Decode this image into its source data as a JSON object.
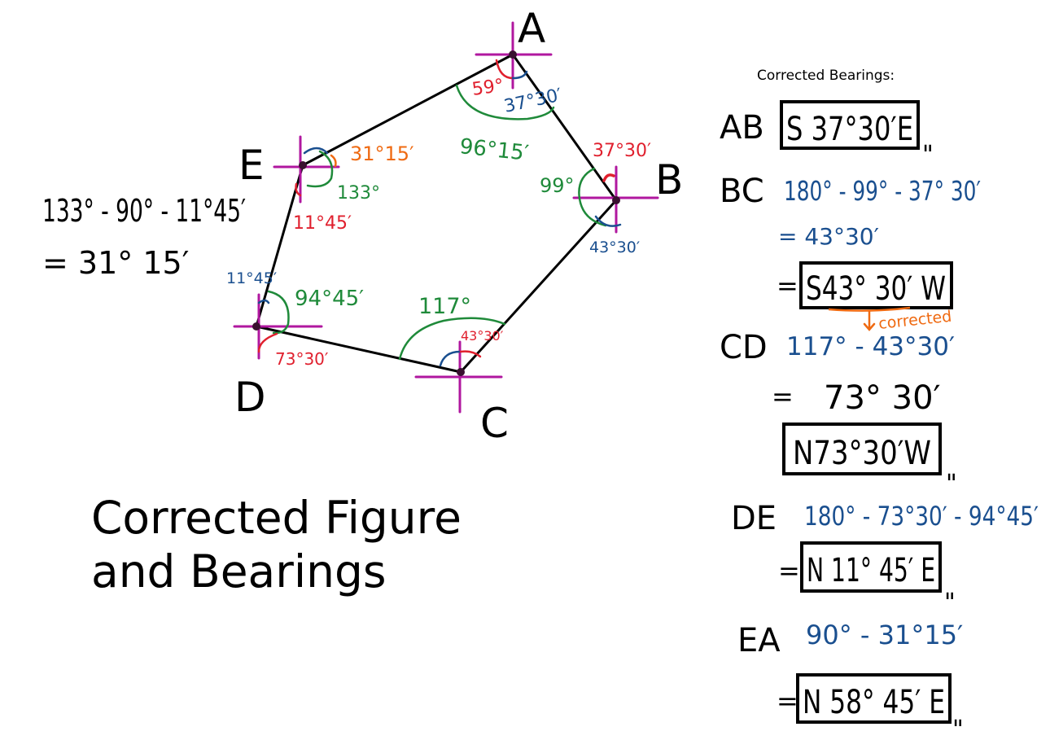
{
  "title": {
    "line1": "Corrected Figure",
    "line2": "and Bearings"
  },
  "heading": "Corrected Bearings:",
  "vertices": {
    "A": "A",
    "B": "B",
    "C": "C",
    "D": "D",
    "E": "E"
  },
  "angle_labels": {
    "a_interior": "59°",
    "a_bearing": "37°30′",
    "a_exterior": "96°15′",
    "b_bearing": "37°30′",
    "b_interior": "99°",
    "b_lower": "43°30′",
    "c_exterior": "117°",
    "c_bearing": "43°30′",
    "d_upper": "11°45′",
    "d_interior": "94°45′",
    "d_lower": "73°30′",
    "e_orange": "31°15′",
    "e_green": "133°",
    "e_red": "11°45′"
  },
  "side_calc": {
    "line1": "133° - 90° - 11°45′",
    "line2": "= 31° 15′"
  },
  "bearings": {
    "ab_label": "AB",
    "ab_result": "S 37°30′E",
    "bc_label": "BC",
    "bc_calc": "180° - 99° - 37° 30′",
    "bc_eq": "= 43°30′",
    "bc_result": "S43° 30′ W",
    "bc_note": "corrected",
    "cd_label": "CD",
    "cd_calc": "117° - 43°30′",
    "cd_eq": "73° 30′",
    "cd_result": "N73°30′W",
    "de_label": "DE",
    "de_calc": "180° - 73°30′ - 94°45′",
    "de_result": "N 11° 45′ E",
    "ea_label": "EA",
    "ea_calc": "90° - 31°15′",
    "ea_result": "N 58° 45′ E",
    "equals": "=",
    "tick": "\""
  },
  "colors": {
    "ink": "#000000",
    "magenta": "#b0179f",
    "red": "#e0202e",
    "blue": "#1a4f8f",
    "green": "#1f8a3a",
    "orange": "#ef6a12"
  }
}
